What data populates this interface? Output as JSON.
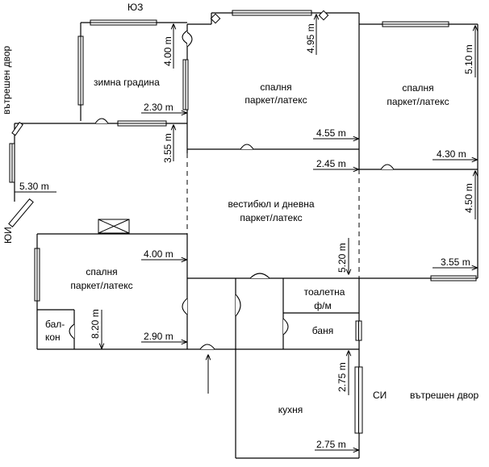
{
  "orientation": {
    "sw": "ЮЗ",
    "se": "ЮИ",
    "ne": "СИ",
    "courtyard_left": "вътрешен двор",
    "courtyard_right": "вътрешен двор"
  },
  "rooms": {
    "winter_garden": "зимна градина",
    "bedroom_center_name": "спалня",
    "bedroom_center_floor": "паркет/латекс",
    "bedroom_right_name": "спалня",
    "bedroom_right_floor": "паркет/латекс",
    "living_name": "вестибюл и дневна",
    "living_floor": "паркет/латекс",
    "bedroom_left_name": "спалня",
    "bedroom_left_floor": "паркет/латекс",
    "balcony_1": "бал-",
    "balcony_2": "кон",
    "toilet_1": "тоалетна",
    "toilet_2": "ф/м",
    "bath": "баня",
    "kitchen": "кухня"
  },
  "dimensions": {
    "d_4_00_top": "4.00 m",
    "d_4_95": "4.95 m",
    "d_5_10": "5.10 m",
    "d_2_30": "2.30 m",
    "d_3_55_left": "3.55 m",
    "d_4_55": "4.55 m",
    "d_4_30": "4.30 m",
    "d_2_45": "2.45 m",
    "d_5_30": "5.30 m",
    "d_4_50": "4.50 m",
    "d_5_20": "5.20 m",
    "d_4_00_mid": "4.00 m",
    "d_3_55_right": "3.55 m",
    "d_8_20": "8.20 m",
    "d_2_90": "2.90 m",
    "d_2_75_vert": "2.75 m",
    "d_2_75_bottom": "2.75 m"
  }
}
